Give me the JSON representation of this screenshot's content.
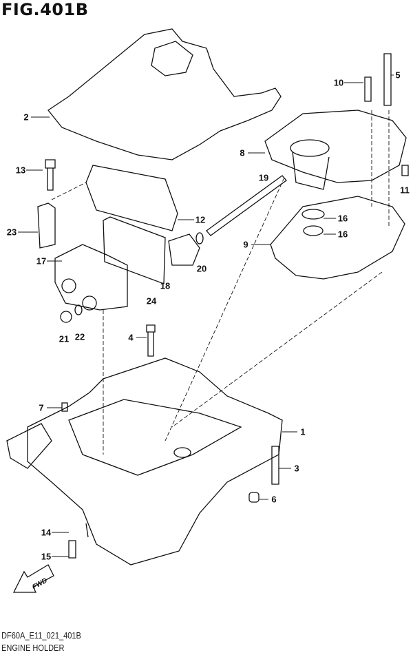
{
  "figure_title": "FIG.401B",
  "footer": {
    "code": "DF60A_E11_021_401B",
    "name": "ENGINE HOLDER"
  },
  "fwd_label": "FWD",
  "callouts": [
    "1",
    "2",
    "3",
    "4",
    "5",
    "6",
    "7",
    "8",
    "9",
    "10",
    "11",
    "12",
    "13",
    "14",
    "15",
    "16",
    "16",
    "17",
    "18",
    "19",
    "20",
    "21",
    "22",
    "23",
    "24"
  ]
}
